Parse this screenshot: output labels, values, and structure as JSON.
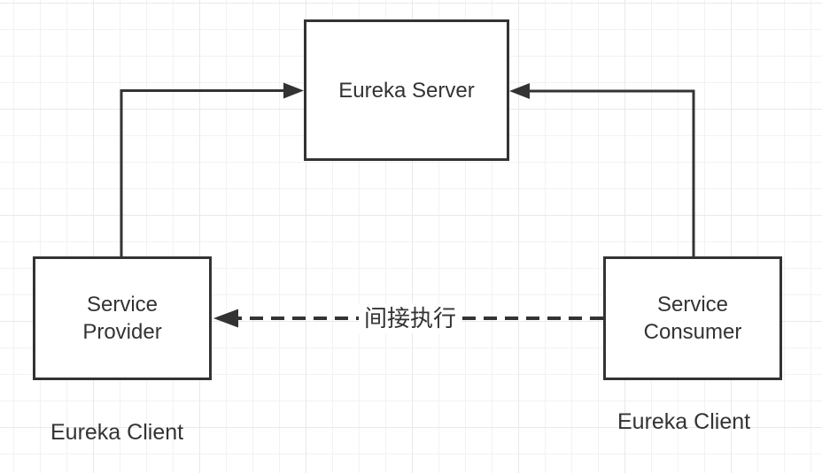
{
  "nodes": {
    "server": {
      "label": "Eureka Server"
    },
    "provider": {
      "label": "Service\nProvider",
      "caption": "Eureka Client"
    },
    "consumer": {
      "label": "Service\nConsumer",
      "caption": "Eureka Client"
    }
  },
  "edges": {
    "provider_to_server": {
      "style": "solid",
      "label": ""
    },
    "consumer_to_server": {
      "style": "solid",
      "label": ""
    },
    "consumer_to_provider": {
      "style": "dashed",
      "label": "间接执行"
    }
  },
  "colors": {
    "stroke": "#333333",
    "text": "#333333",
    "canvas_background": "#ffffff",
    "grid_minor": "#f2f2f3",
    "grid_major": "#e9e9eb",
    "label_background": "#ffffff"
  }
}
